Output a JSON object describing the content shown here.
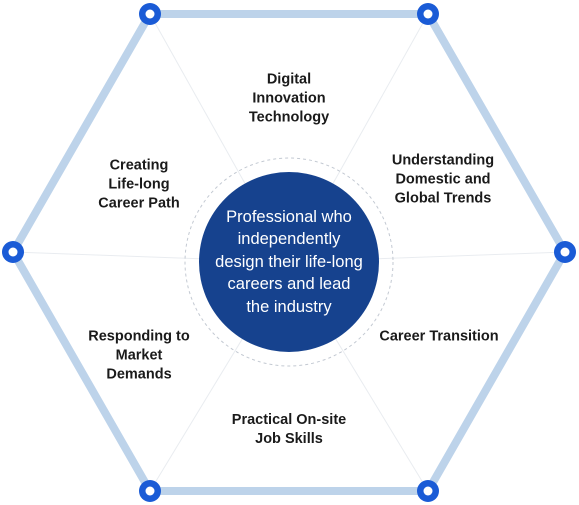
{
  "diagram": {
    "center_text": [
      "Professional who",
      "independently",
      "design their life-long",
      "careers and lead",
      "the industry"
    ],
    "segments": [
      {
        "id": "top",
        "lines": [
          "Digital",
          "Innovation",
          "Technology"
        ]
      },
      {
        "id": "upper-right",
        "lines": [
          "Understanding",
          "Domestic and",
          "Global Trends"
        ]
      },
      {
        "id": "lower-right",
        "lines": [
          "Career Transition"
        ]
      },
      {
        "id": "bottom",
        "lines": [
          "Practical On-site",
          "Job Skills"
        ]
      },
      {
        "id": "lower-left",
        "lines": [
          "Responding to",
          "Market",
          "Demands"
        ]
      },
      {
        "id": "upper-left",
        "lines": [
          "Creating",
          "Life-long",
          "Career Path"
        ]
      }
    ]
  },
  "colors": {
    "hexagon_edge": "#bdd3ea",
    "node": "#1a5bd6",
    "center_fill": "#16428e",
    "center_ring": "#c3c9d2",
    "spokes": "#e9ecf0",
    "label_text": "#1a1a1a",
    "center_text": "#ffffff"
  }
}
